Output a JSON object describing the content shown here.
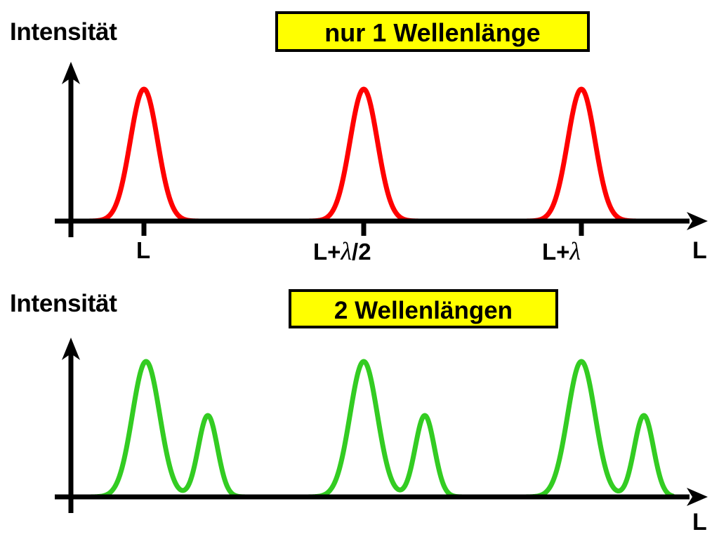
{
  "figure": {
    "title_visible": false,
    "background": "#ffffff"
  },
  "panels": [
    {
      "id": "panel-single-wavelength",
      "y_axis_label": "Intensität",
      "callout": "nur 1 Wellenlänge",
      "curve_color": "#ff0000",
      "axis_color": "#000000",
      "x_end_label": "L",
      "tick_labels": [
        "L",
        "L+λ/2",
        "L+λ"
      ]
    },
    {
      "id": "panel-two-wavelengths",
      "y_axis_label": "Intensität",
      "callout": "2 Wellenlängen",
      "curve_color": "#33cc22",
      "axis_color": "#000000",
      "x_end_label": "L",
      "tick_labels": []
    }
  ],
  "chart_data": [
    {
      "type": "line",
      "id": "single-wavelength-spectrum",
      "title": "nur 1 Wellenlänge",
      "xlabel": "L",
      "ylabel": "Intensität",
      "color": "#ff0000",
      "grid": false,
      "legend": "none",
      "xlim": [
        0,
        1024
      ],
      "ylim": [
        0,
        1
      ],
      "baseline_y": 315,
      "axis_x": 101,
      "axis_top_y": 90,
      "x_axis_start": 78,
      "x_axis_end": 1004,
      "tick_positions": [
        205,
        518,
        828
      ],
      "tick_labels": [
        "L",
        "L+λ/2",
        "L+λ"
      ],
      "peaks": [
        {
          "center": 205,
          "height": 188,
          "width": 20,
          "label": "L"
        },
        {
          "center": 518,
          "height": 188,
          "width": 20,
          "label": "L+λ/2"
        },
        {
          "center": 828,
          "height": 188,
          "width": 20,
          "label": "L+λ"
        }
      ],
      "curve_x_start": 108,
      "curve_x_end": 930
    },
    {
      "type": "line",
      "id": "two-wavelength-spectrum",
      "title": "2 Wellenlängen",
      "xlabel": "L",
      "ylabel": "Intensität",
      "color": "#33cc22",
      "grid": false,
      "legend": "none",
      "xlim": [
        0,
        1024
      ],
      "ylim": [
        0,
        1
      ],
      "baseline_y": 708,
      "axis_x": 101,
      "axis_top_y": 483,
      "x_axis_start": 78,
      "x_axis_end": 1004,
      "tick_positions": [],
      "tick_labels": [],
      "peaks": [
        {
          "center": 208,
          "height": 193,
          "width": 20,
          "label": "doublet-1-major"
        },
        {
          "center": 296,
          "height": 116,
          "width": 14,
          "label": "doublet-1-minor"
        },
        {
          "center": 518,
          "height": 193,
          "width": 20,
          "label": "doublet-2-major"
        },
        {
          "center": 605,
          "height": 116,
          "width": 14,
          "label": "doublet-2-minor"
        },
        {
          "center": 828,
          "height": 193,
          "width": 20,
          "label": "doublet-3-major"
        },
        {
          "center": 917,
          "height": 116,
          "width": 14,
          "label": "doublet-3-minor"
        }
      ],
      "curve_x_start": 112,
      "curve_x_end": 958
    }
  ]
}
